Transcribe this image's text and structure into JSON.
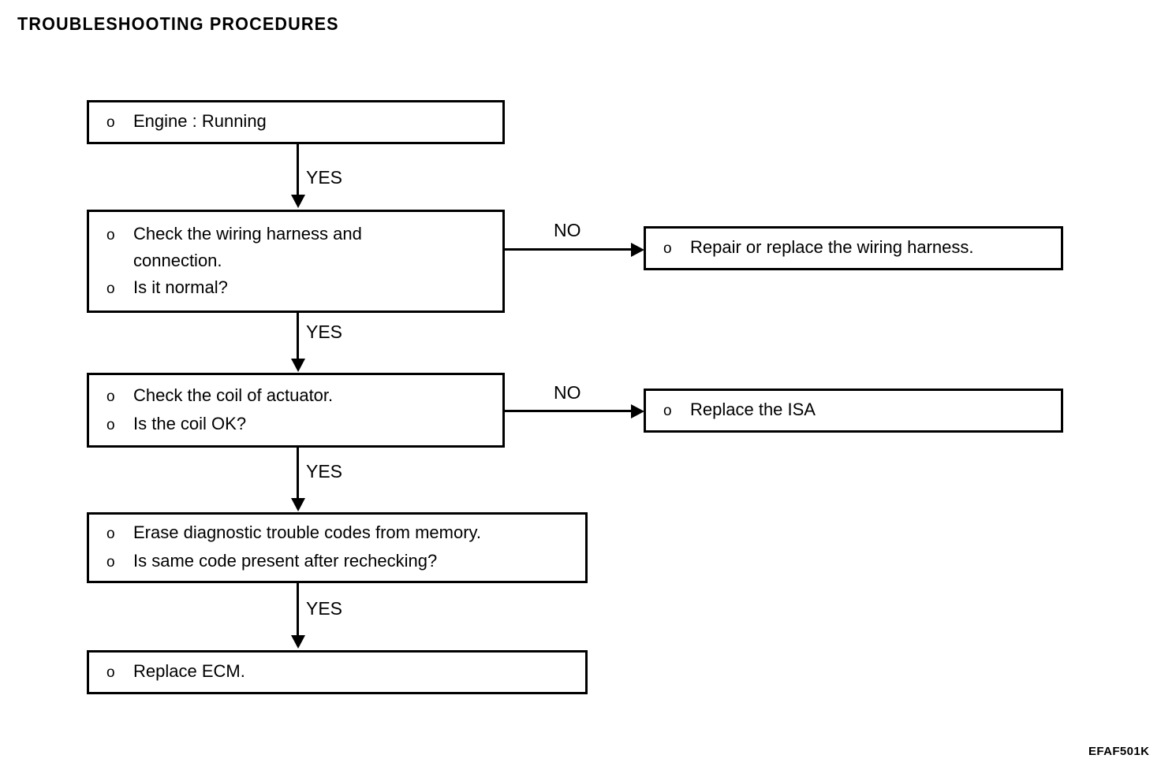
{
  "page": {
    "title": "TROUBLESHOOTING PROCEDURES",
    "figure_code": "EFAF501K",
    "ink_color": "#000000",
    "background_color": "#ffffff"
  },
  "flowchart": {
    "type": "troubleshooting-flowchart",
    "bullet_marker": "o",
    "nodes": [
      {
        "id": "engine-running",
        "lines": [
          "Engine : Running"
        ],
        "bullets": [
          true
        ]
      },
      {
        "id": "check-wiring-harness",
        "lines": [
          "Check the wiring harness and connection.",
          "Is it normal?"
        ],
        "bullets": [
          true,
          true
        ]
      },
      {
        "id": "repair-wiring-harness",
        "lines": [
          "Repair or replace the wiring harness."
        ],
        "bullets": [
          true
        ]
      },
      {
        "id": "check-coil-actuator",
        "lines": [
          "Check the coil of actuator.",
          "Is the coil OK?"
        ],
        "bullets": [
          true,
          true
        ]
      },
      {
        "id": "replace-isa",
        "lines": [
          "Replace the ISA"
        ],
        "bullets": [
          true
        ]
      },
      {
        "id": "erase-codes",
        "lines": [
          "Erase diagnostic trouble codes from memory.",
          "Is same code present after rechecking?"
        ],
        "bullets": [
          true,
          true
        ]
      },
      {
        "id": "replace-ecm",
        "lines": [
          "Replace ECM."
        ],
        "bullets": [
          true
        ]
      }
    ],
    "edges": [
      {
        "id": "edge-1",
        "from": "engine-running",
        "to": "check-wiring-harness",
        "label": "YES",
        "direction": "down"
      },
      {
        "id": "edge-2",
        "from": "check-wiring-harness",
        "to": "repair-wiring-harness",
        "label": "NO",
        "direction": "right"
      },
      {
        "id": "edge-3",
        "from": "check-wiring-harness",
        "to": "check-coil-actuator",
        "label": "YES",
        "direction": "down"
      },
      {
        "id": "edge-4",
        "from": "check-coil-actuator",
        "to": "replace-isa",
        "label": "NO",
        "direction": "right"
      },
      {
        "id": "edge-5",
        "from": "check-coil-actuator",
        "to": "erase-codes",
        "label": "YES",
        "direction": "down"
      },
      {
        "id": "edge-6",
        "from": "erase-codes",
        "to": "replace-ecm",
        "label": "YES",
        "direction": "down"
      }
    ]
  }
}
